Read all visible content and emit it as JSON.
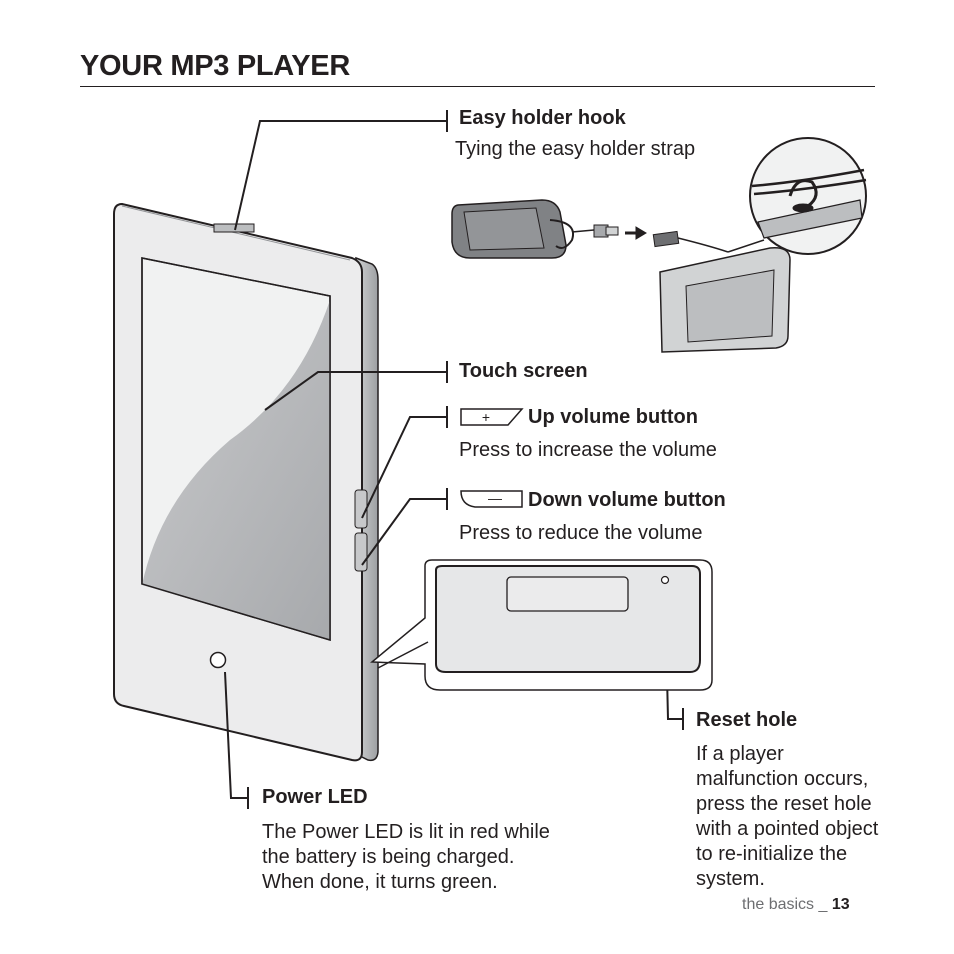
{
  "title": "YOUR MP3 PLAYER",
  "callouts": {
    "hook": {
      "label": "Easy holder hook",
      "desc": "Tying the easy holder strap"
    },
    "touch": {
      "label": "Touch screen"
    },
    "up": {
      "label": "Up volume button",
      "desc": "Press to increase the volume",
      "key_symbol": "+"
    },
    "down": {
      "label": "Down volume button",
      "desc": "Press to reduce the volume",
      "key_symbol": "—"
    },
    "reset": {
      "label": "Reset hole",
      "desc": [
        "If a player",
        "malfunction occurs,",
        "press the reset hole",
        "with a pointed object",
        "to re-initialize the",
        "system."
      ]
    },
    "power": {
      "label": "Power LED",
      "desc": [
        "The Power LED is lit in red while",
        "the battery is being charged.",
        "When done, it turns green."
      ]
    }
  },
  "footer": {
    "section": "the basics _ ",
    "page": "13"
  },
  "icons": [
    "device-illustration",
    "holder-strap-illustration",
    "hook-detail-magnifier",
    "volume-up-key-icon",
    "volume-down-key-icon",
    "device-edge-detail",
    "reset-hole-icon",
    "power-led-icon"
  ],
  "colors": {
    "text": "#231f20",
    "device_body": "#e6e7e8",
    "screen_gray": "#b5b6b8"
  }
}
